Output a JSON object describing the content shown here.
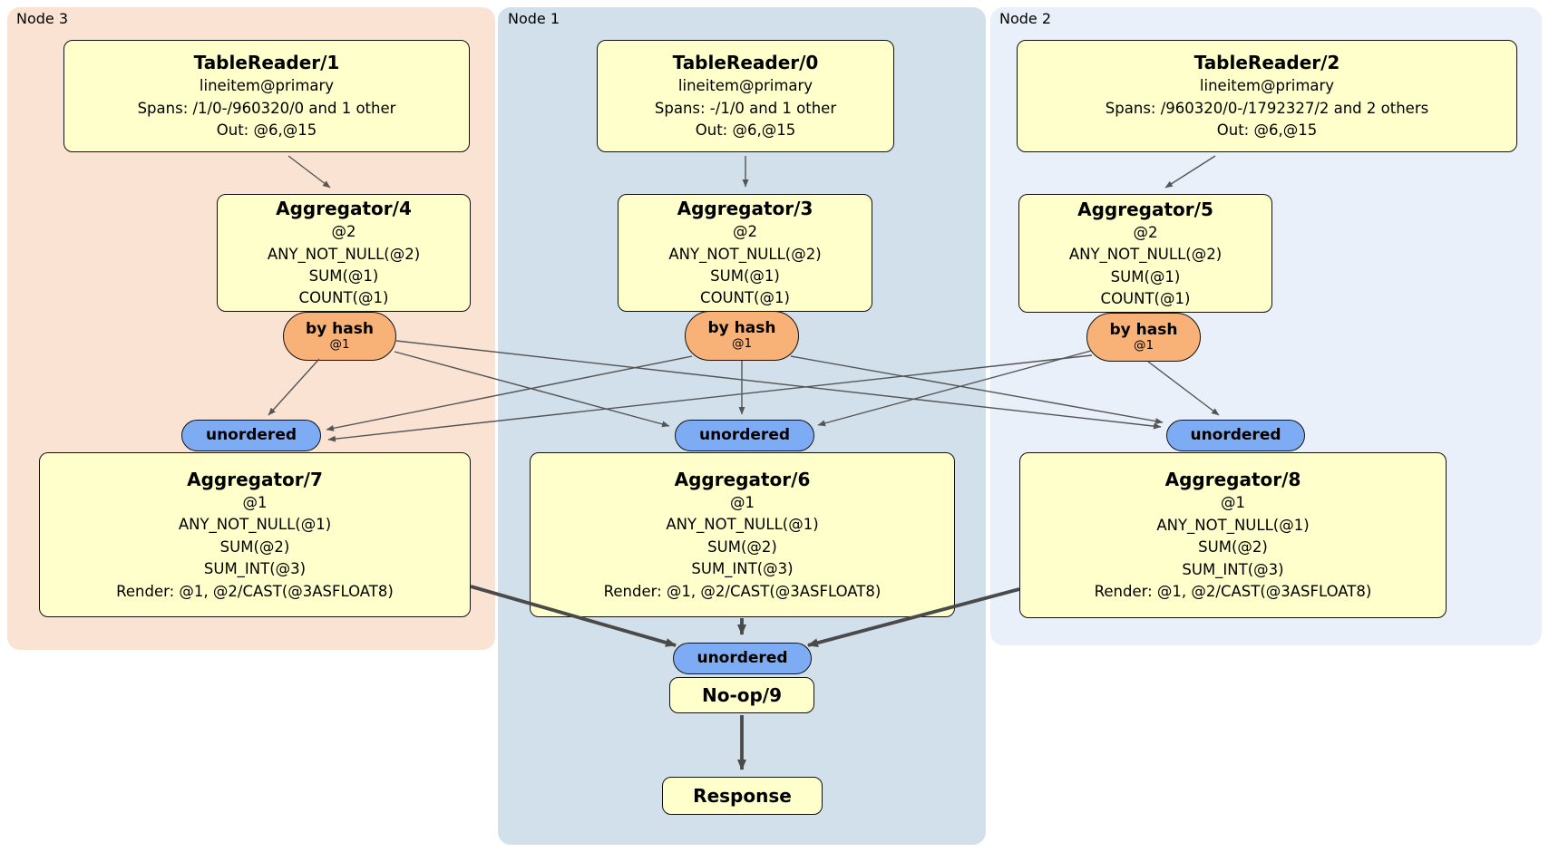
{
  "palette": {
    "node3_bg": "#fbe3d4",
    "node1_bg": "#d2e0eb",
    "node2_bg": "#eaf0fa",
    "box_fill": "#ffffcc",
    "hash_fill": "#f8b177",
    "unordered_fill": "#7dacf4",
    "edge_thin": "#555555",
    "edge_thick": "#4a4a4a"
  },
  "groups": {
    "node3": {
      "label": "Node 3"
    },
    "node1": {
      "label": "Node 1"
    },
    "node2": {
      "label": "Node 2"
    }
  },
  "nodes": {
    "tr1": {
      "title": "TableReader/1",
      "lines": [
        "lineitem@primary",
        "Spans: /1/0-/960320/0 and 1 other",
        "Out: @6,@15"
      ]
    },
    "tr0": {
      "title": "TableReader/0",
      "lines": [
        "lineitem@primary",
        "Spans: -/1/0 and 1 other",
        "Out: @6,@15"
      ]
    },
    "tr2": {
      "title": "TableReader/2",
      "lines": [
        "lineitem@primary",
        "Spans: /960320/0-/1792327/2 and 2 others",
        "Out: @6,@15"
      ]
    },
    "agg4": {
      "title": "Aggregator/4",
      "lines": [
        "@2",
        "ANY_NOT_NULL(@2)",
        "SUM(@1)",
        "COUNT(@1)"
      ]
    },
    "agg3": {
      "title": "Aggregator/3",
      "lines": [
        "@2",
        "ANY_NOT_NULL(@2)",
        "SUM(@1)",
        "COUNT(@1)"
      ]
    },
    "agg5": {
      "title": "Aggregator/5",
      "lines": [
        "@2",
        "ANY_NOT_NULL(@2)",
        "SUM(@1)",
        "COUNT(@1)"
      ]
    },
    "agg7": {
      "title": "Aggregator/7",
      "lines": [
        "@1",
        "ANY_NOT_NULL(@1)",
        "SUM(@2)",
        "SUM_INT(@3)",
        "Render: @1, @2/CAST(@3ASFLOAT8)"
      ]
    },
    "agg6": {
      "title": "Aggregator/6",
      "lines": [
        "@1",
        "ANY_NOT_NULL(@1)",
        "SUM(@2)",
        "SUM_INT(@3)",
        "Render: @1, @2/CAST(@3ASFLOAT8)"
      ]
    },
    "agg8": {
      "title": "Aggregator/8",
      "lines": [
        "@1",
        "ANY_NOT_NULL(@1)",
        "SUM(@2)",
        "SUM_INT(@3)",
        "Render: @1, @2/CAST(@3ASFLOAT8)"
      ]
    },
    "noop": {
      "title": "No-op/9"
    },
    "response": {
      "title": "Response"
    }
  },
  "routers": {
    "hash4": {
      "label": "by hash",
      "detail": "@1"
    },
    "hash3": {
      "label": "by hash",
      "detail": "@1"
    },
    "hash5": {
      "label": "by hash",
      "detail": "@1"
    },
    "un7": {
      "label": "unordered"
    },
    "un6": {
      "label": "unordered"
    },
    "un8": {
      "label": "unordered"
    },
    "un9": {
      "label": "unordered"
    }
  }
}
